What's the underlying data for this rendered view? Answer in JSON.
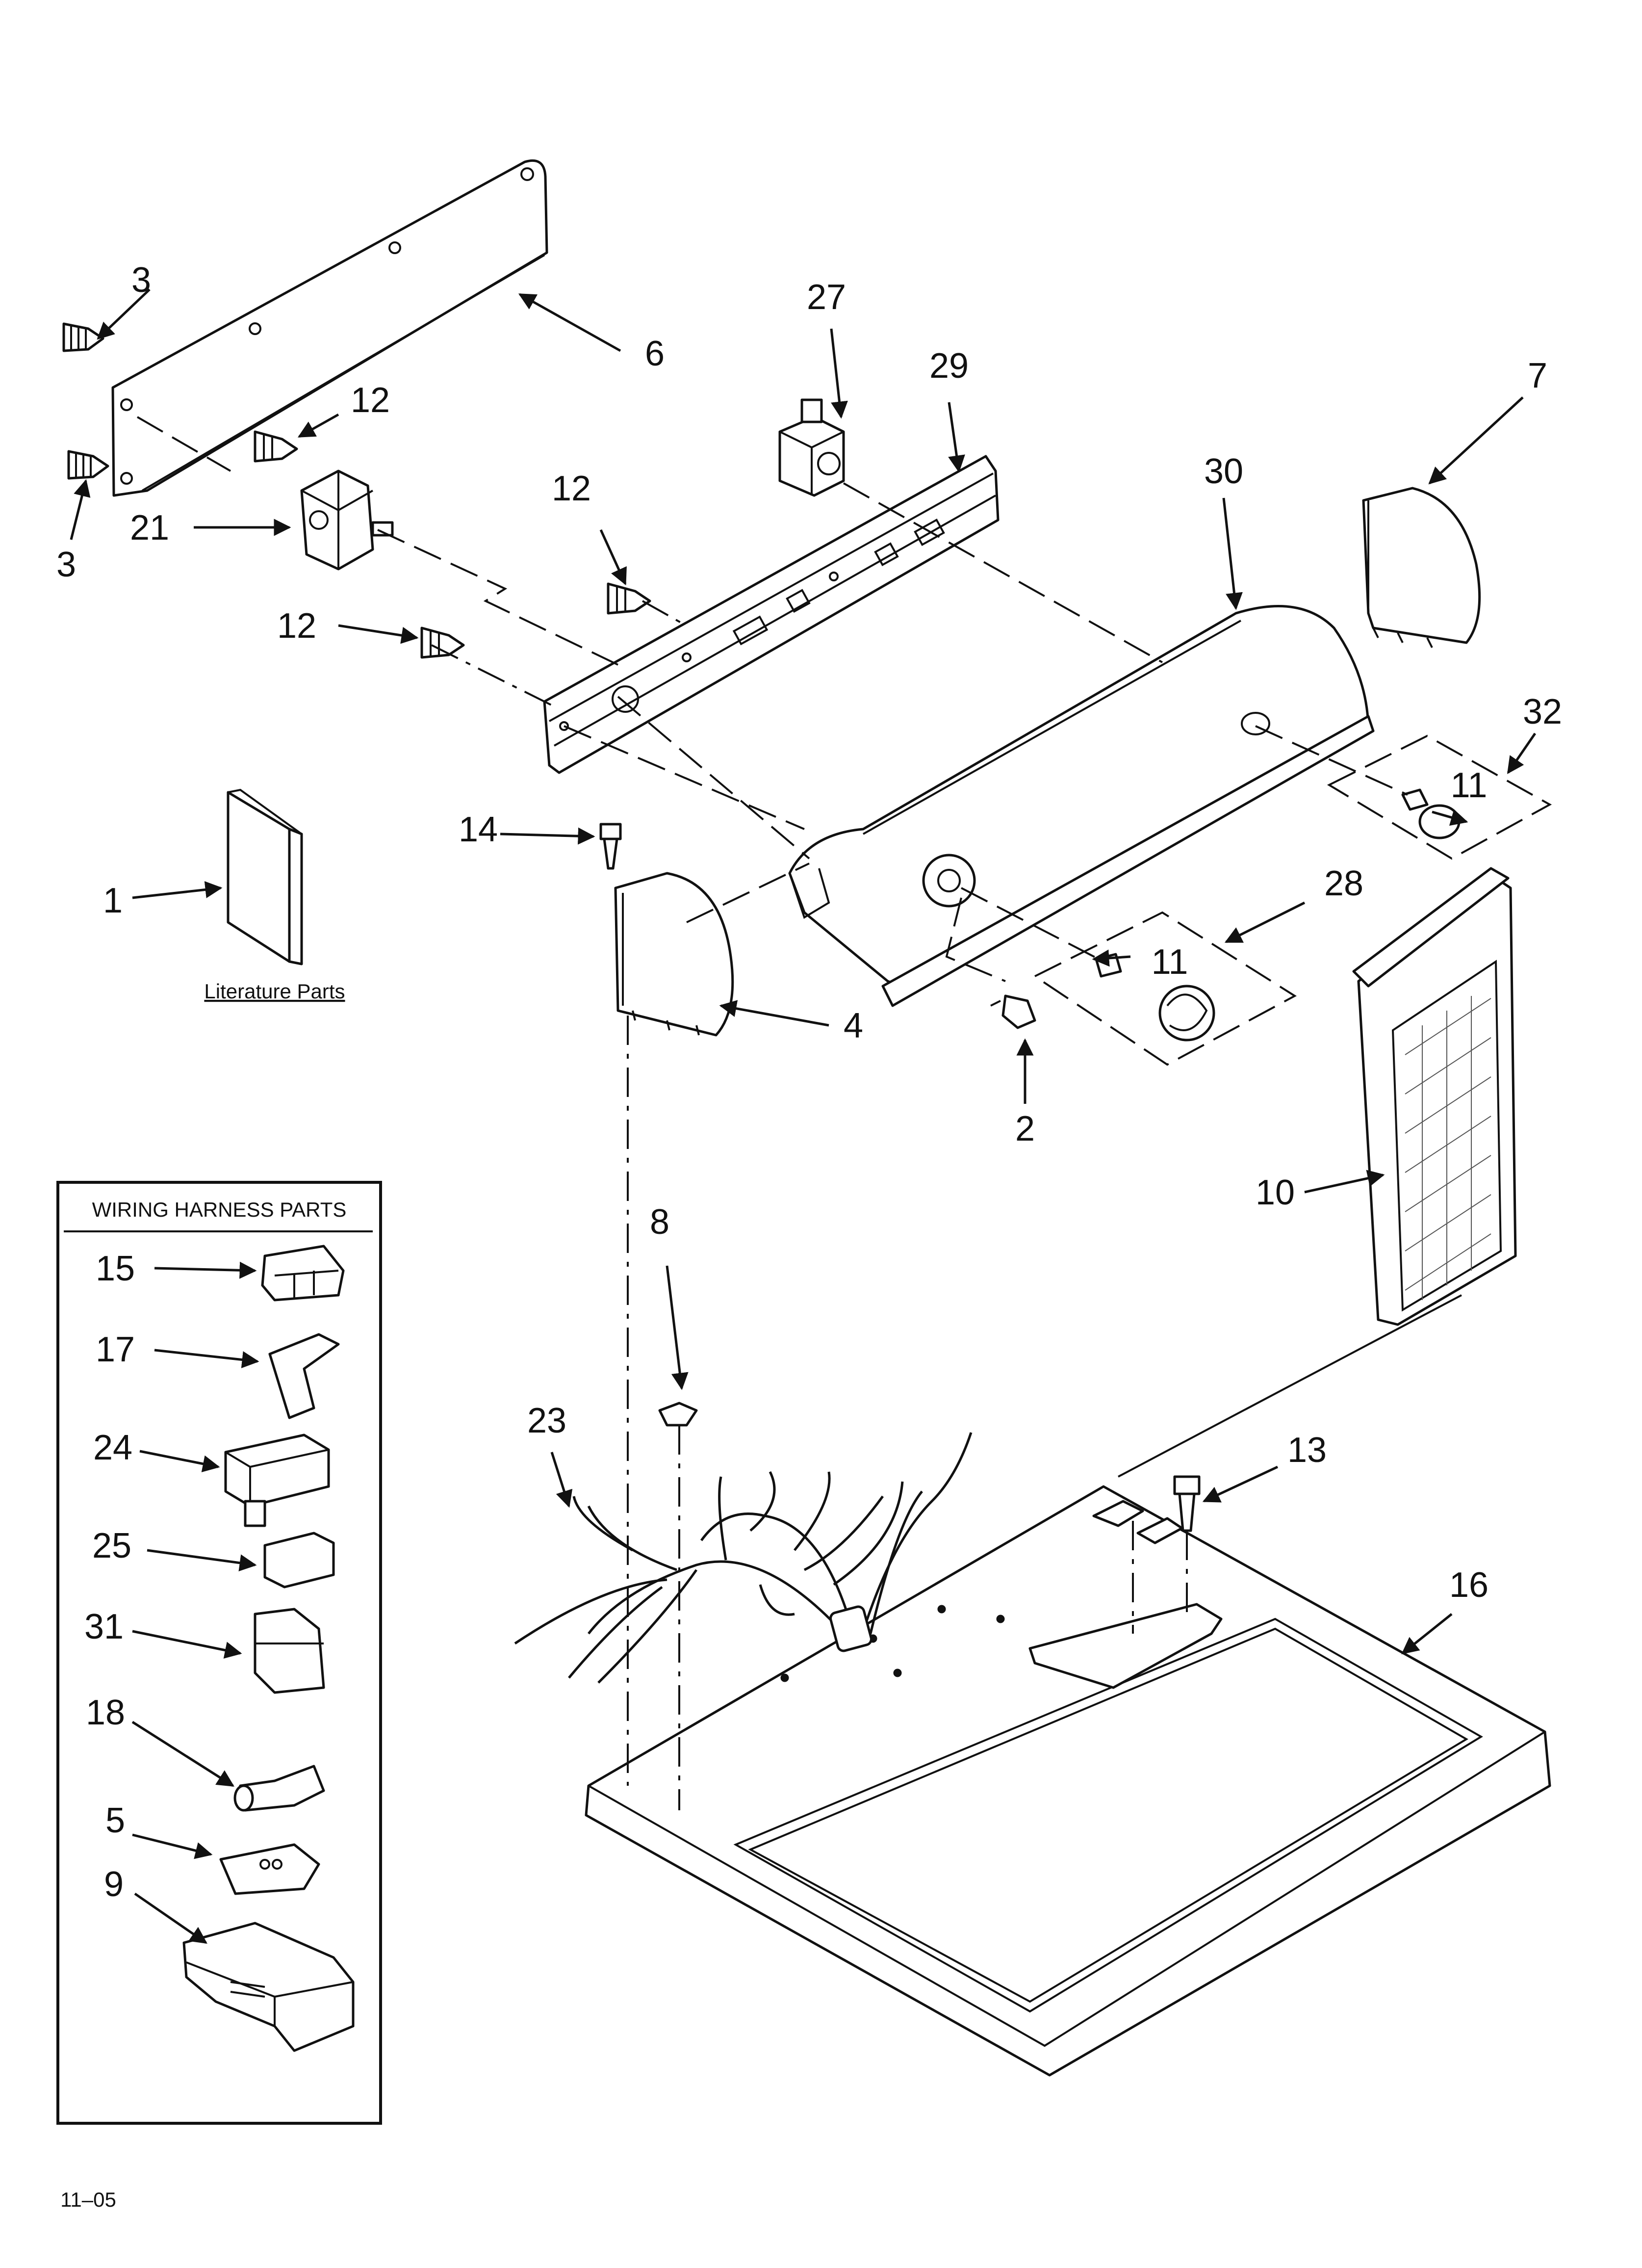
{
  "callouts": {
    "c1": "1",
    "c2": "2",
    "c3a": "3",
    "c3b": "3",
    "c4": "4",
    "c5": "5",
    "c6": "6",
    "c7": "7",
    "c8": "8",
    "c9": "9",
    "c10": "10",
    "c11a": "11",
    "c11b": "11",
    "c12a": "12",
    "c12b": "12",
    "c12c": "12",
    "c13": "13",
    "c14": "14",
    "c15": "15",
    "c16": "16",
    "c17": "17",
    "c18": "18",
    "c21": "21",
    "c23": "23",
    "c24": "24",
    "c25": "25",
    "c27": "27",
    "c28": "28",
    "c29": "29",
    "c30": "30",
    "c31": "31",
    "c32": "32"
  },
  "labels": {
    "literature": "Literature Parts",
    "wiring_box_title": "WIRING HARNESS PARTS",
    "page_code": "11–05"
  }
}
